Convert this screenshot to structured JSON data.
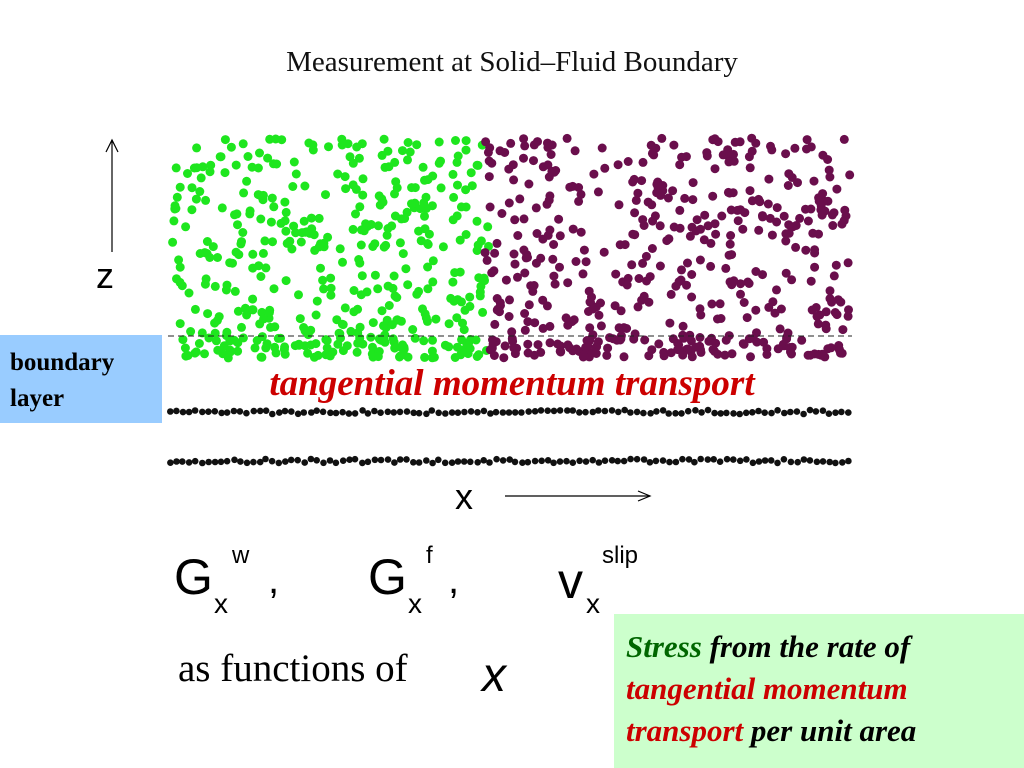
{
  "title": "Measurement at Solid–Fluid Boundary",
  "axis": {
    "z_label": "z",
    "x_label": "x"
  },
  "boundary_label": {
    "line1": "boundary",
    "line2": "layer"
  },
  "transport_label": "tangential momentum transport",
  "colors": {
    "left_fluid": "#1ee61e",
    "right_fluid": "#6a0e4c",
    "wall": "#111111",
    "accent_red": "#cc0000",
    "stress_green": "#006600",
    "boundary_box": "#99ccff",
    "stress_box": "#ccffcc"
  },
  "quantities": {
    "g_wall": {
      "base": "G",
      "sub": "x",
      "sup": "w"
    },
    "g_fluid": {
      "base": "G",
      "sub": "x",
      "sup": "f"
    },
    "v_slip": {
      "base": "v",
      "sub": "x",
      "sup": "slip"
    },
    "separator": ","
  },
  "functions_of": {
    "text": "as functions of",
    "variable": "x"
  },
  "stress_note": {
    "w1": "Stress",
    "w2": " from the rate of",
    "w3": "tangential momentum",
    "w4": "transport",
    "w5": " per unit area"
  }
}
